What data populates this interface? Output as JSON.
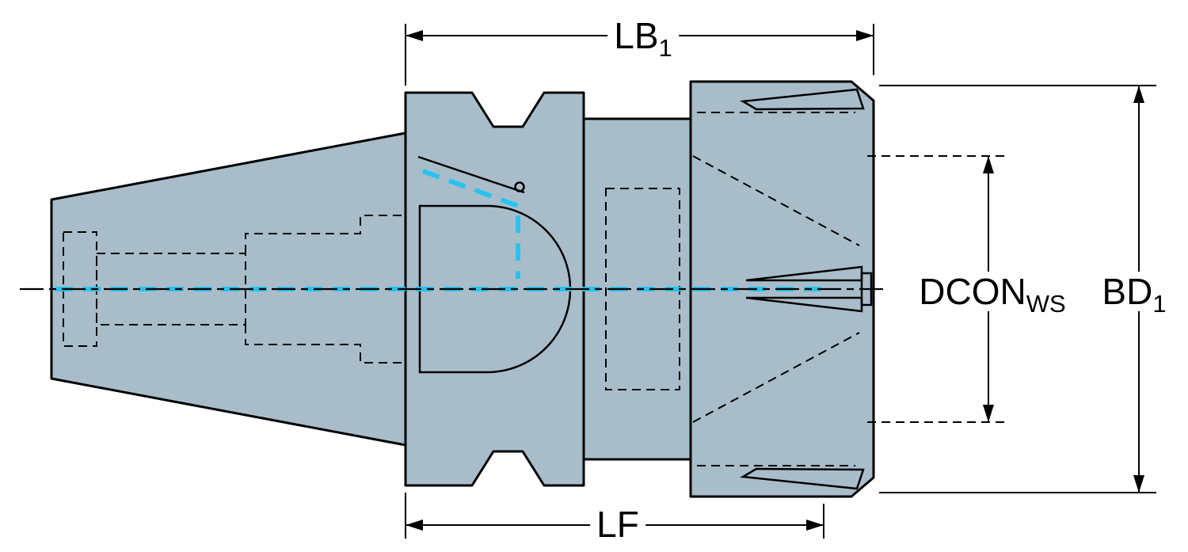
{
  "drawing": {
    "description": "Technical side-view drawing of a collet chuck tool holder with taper shank",
    "labels": {
      "lb1": {
        "main": "LB",
        "sub": "1"
      },
      "lf": {
        "main": "LF",
        "sub": ""
      },
      "dconws": {
        "main": "DCON",
        "sub": "WS"
      },
      "bd1": {
        "main": "BD",
        "sub": "1"
      }
    }
  },
  "colors": {
    "background": "#ffffff",
    "body_fill": "#a8bdc9",
    "outline": "#000000",
    "coolant": "#27c3f0"
  }
}
